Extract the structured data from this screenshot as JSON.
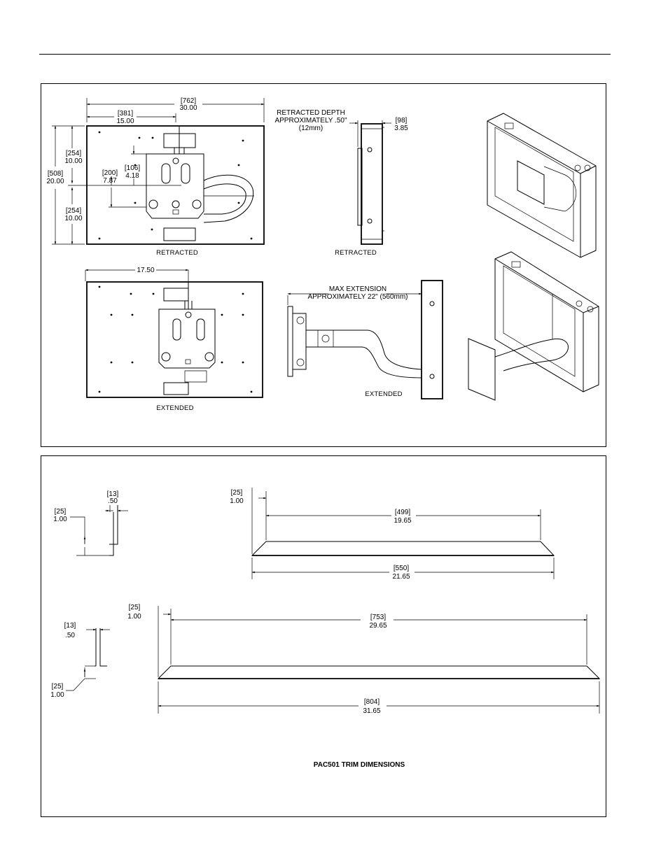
{
  "top_section": {
    "front_retracted": {
      "overall_width": {
        "mm": "[762]",
        "in": "30.00"
      },
      "half_width": {
        "mm": "[381]",
        "in": "15.00"
      },
      "overall_height": {
        "mm": "[508]",
        "in": "20.00"
      },
      "upper_half": {
        "mm": "[254]",
        "in": "10.00"
      },
      "lower_half": {
        "mm": "[254]",
        "in": "10.00"
      },
      "plate_upper": {
        "mm": "[106]",
        "in": "4.18"
      },
      "plate_center": {
        "mm": "[200]",
        "in": "7.87"
      },
      "caption": "RETRACTED"
    },
    "side_retracted": {
      "depth_note_line1": "RETRACTED DEPTH",
      "depth_note_line2": "APPROXIMATELY .50\"",
      "depth_note_line3": "(12mm)",
      "depth": {
        "mm": "[98]",
        "in": "3.85"
      },
      "caption": "RETRACTED"
    },
    "front_extended": {
      "offset": "17.50",
      "caption": "EXTENDED"
    },
    "side_extended": {
      "note_line1": "MAX EXTENSION",
      "note_line2": "APPROXIMATELY 22\" (560mm)",
      "caption": "EXTENDED"
    }
  },
  "bottom_section": {
    "small_trim": {
      "thickness": {
        "mm": "[13]",
        "in": ".50"
      },
      "lip": {
        "mm": "[25]",
        "in": "1.00"
      }
    },
    "short_trim": {
      "lip": {
        "mm": "[25]",
        "in": "1.00"
      },
      "inner": {
        "mm": "[499]",
        "in": "19.65"
      },
      "outer": {
        "mm": "[550]",
        "in": "21.65"
      }
    },
    "large_trim_section": {
      "thickness": {
        "mm": "[13]",
        "in": ".50"
      },
      "lip": {
        "mm": "[25]",
        "in": "1.00"
      }
    },
    "long_trim": {
      "lip": {
        "mm": "[25]",
        "in": "1.00"
      },
      "inner": {
        "mm": "[753]",
        "in": "29.65"
      },
      "outer": {
        "mm": "[804]",
        "in": "31.65"
      }
    },
    "title": "PAC501 TRIM DIMENSIONS"
  }
}
